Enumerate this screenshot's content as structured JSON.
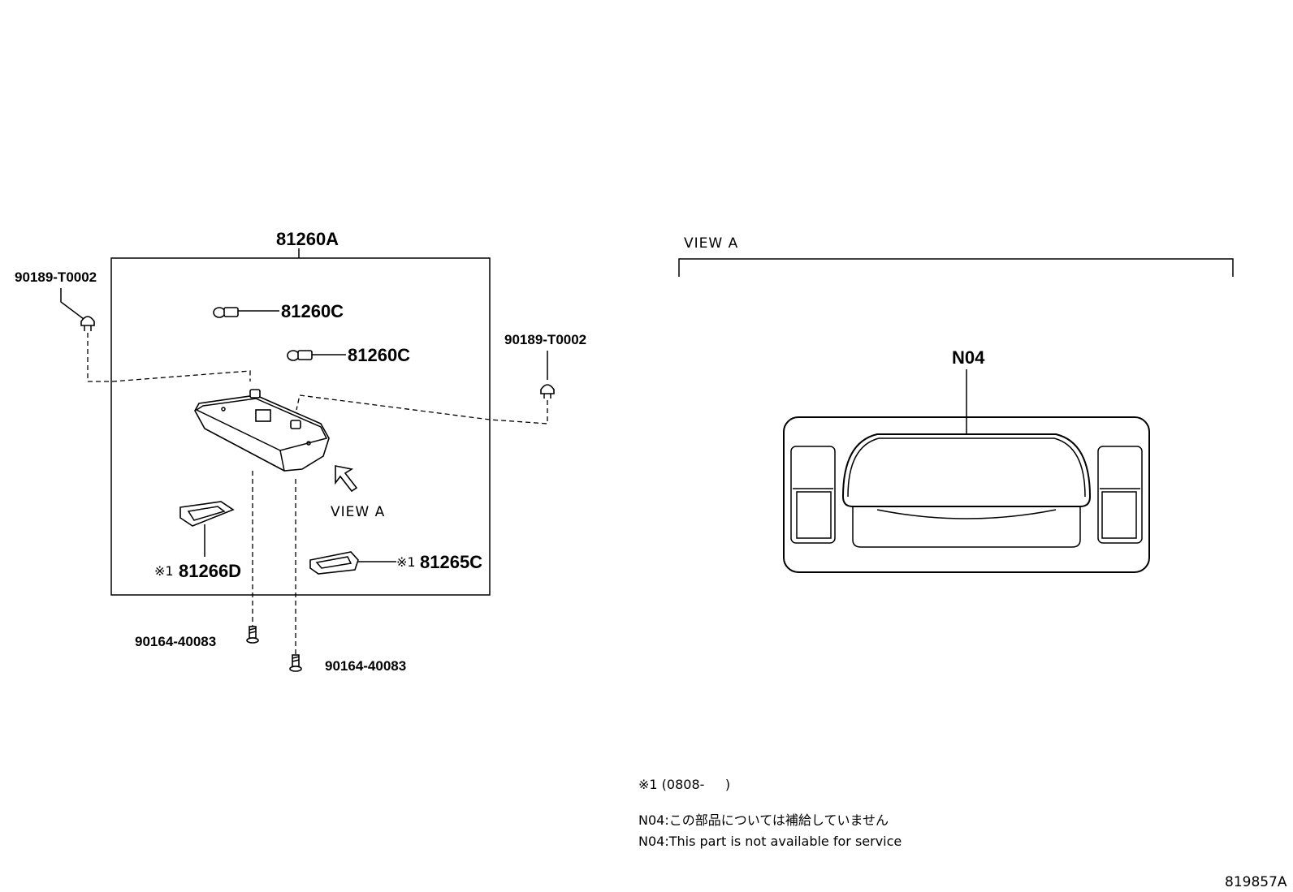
{
  "labels": {
    "assembly": "81260A",
    "clip_left": "90189-T0002",
    "clip_right": "90189-T0002",
    "bulb_upper": "81260C",
    "bulb_lower": "81260C",
    "view_arrow": "VIEW A",
    "lens_left_mark": "※1",
    "lens_left": "81266D",
    "lens_right_mark": "※1",
    "lens_right": "81265C",
    "screw_left": "90164-40083",
    "screw_right": "90164-40083",
    "view_title": "VIEW A",
    "callout_n04": "N04"
  },
  "notes": {
    "applicability": "※1 (0808-     )",
    "n04_ja": "N04:この部品については補給していません",
    "n04_en": "N04:This part is not available for service"
  },
  "illustration_number": "819857A"
}
